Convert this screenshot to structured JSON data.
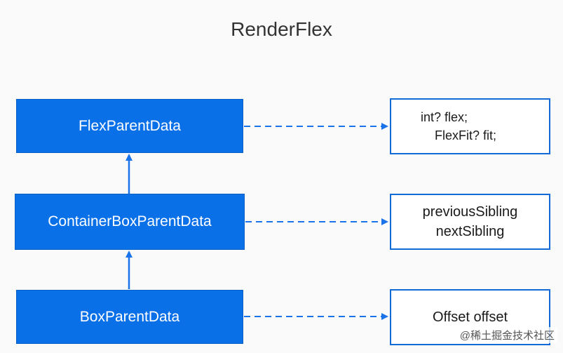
{
  "title": "RenderFlex",
  "boxes": {
    "flex_parent_data": "FlexParentData",
    "container_box_parent_data": "ContainerBoxParentData",
    "box_parent_data": "BoxParentData"
  },
  "fields": {
    "flex": [
      "int? flex;",
      "FlexFit? fit;"
    ],
    "container": [
      "previousSibling",
      "nextSibling"
    ],
    "box": [
      "Offset offset"
    ]
  },
  "watermark": "@稀土掘金技术社区",
  "colors": {
    "box_fill": "#0a70e8",
    "connector": "#1a73e8",
    "field_border": "#1469d9"
  }
}
